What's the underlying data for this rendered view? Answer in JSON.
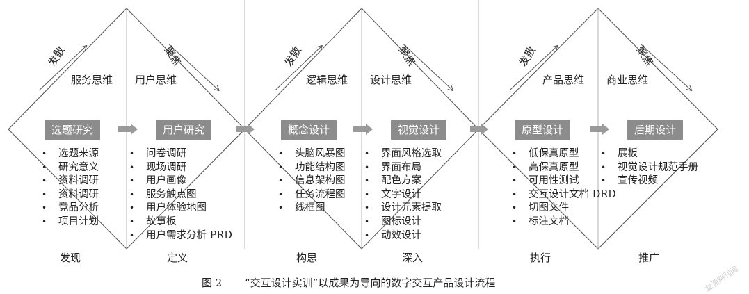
{
  "figure": {
    "caption_number": "图 2",
    "caption_text": "“交互设计实训”以成果为导向的数字交互产品设计流程",
    "watermark": "龙源期刊网"
  },
  "phases": [
    {
      "diverge_label": "发散",
      "converge_label": "聚焦",
      "left": {
        "thinking": "服务思维",
        "step": "选题研究",
        "stage": "发现",
        "items": [
          "选题来源",
          "研究意义",
          "资料调研",
          "资料调研",
          "竞品分析",
          "项目计划"
        ]
      },
      "right": {
        "thinking": "用户思维",
        "step": "用户研究",
        "stage": "定义",
        "items": [
          "问卷调研",
          "现场调研",
          "用户画像",
          "服务触点图",
          "用户体验地图",
          "故事板",
          "用户需求分析 PRD"
        ]
      }
    },
    {
      "diverge_label": "发散",
      "converge_label": "聚焦",
      "left": {
        "thinking": "逻辑思维",
        "step": "概念设计",
        "stage": "构思",
        "items": [
          "头脑风暴图",
          "功能结构图",
          "信息架构图",
          "任务流程图",
          "线框图"
        ]
      },
      "right": {
        "thinking": "设计思维",
        "step": "视觉设计",
        "stage": "深入",
        "items": [
          "界面风格选取",
          "界面布局",
          "配色方案",
          "文字设计",
          "设计元素提取",
          "图标设计",
          "动效设计"
        ]
      }
    },
    {
      "diverge_label": "发散",
      "converge_label": "聚焦",
      "left": {
        "thinking": "产品思维",
        "step": "原型设计",
        "stage": "执行",
        "items": [
          "低保真原型",
          "高保真原型",
          "可用性测试",
          "交互设计文档 DRD",
          "切图文件",
          "标注文档"
        ]
      },
      "right": {
        "thinking": "商业思维",
        "step": "后期设计",
        "stage": "推广",
        "items": [
          "展板",
          "视觉设计规范手册",
          "宣传视频"
        ]
      }
    }
  ],
  "colors": {
    "line": "#555555",
    "box_fill": "#8c8c8c",
    "box_text": "#ffffff",
    "flow_arrow": "#9a9a9a",
    "divider": "#b5b5b5"
  }
}
